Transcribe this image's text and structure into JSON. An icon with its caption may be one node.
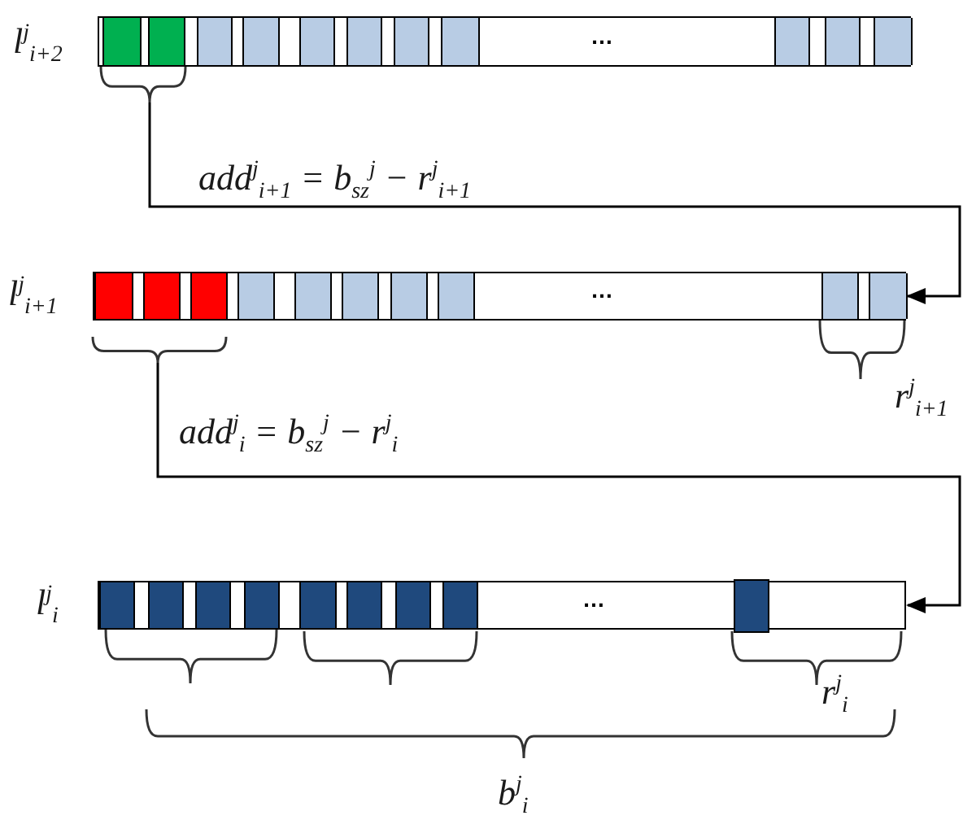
{
  "diagram": {
    "nodes": [
      {
        "text": [
          "…"
        ],
        "beside": [
          "l$^{j}$$_{i+2}$"
        ]
      },
      {
        "text": [],
        "shape": "brace"
      },
      {
        "text": [
          "…"
        ],
        "beside": [
          "l$^{j}$$_{i+1}$"
        ]
      },
      {
        "text": [],
        "shape": "brace"
      },
      {
        "text": [
          "…"
        ],
        "beside": [
          "l$^{j}$$_{i}$"
        ]
      }
    ],
    "edges": [
      {
        "from": 1,
        "to": 2,
        "arrow": "to",
        "label": "add$^{j}$$_{i+1}$ = b$_{sz}$$^{j}$ − r$^{j}$$_{i+1}$"
      },
      {
        "from": 3,
        "to": 4,
        "arrow": "to",
        "label": "add$^{j}$$_{i}$ = b$_{sz}$$^{j}$ − r$^{j}$$_{i}$"
      }
    ],
    "labels": [
      "r$^{j}$$_{i+1}$",
      "r$^{j}$$_{i}$",
      "b$^{j}$$_{i}$"
    ]
  }
}
